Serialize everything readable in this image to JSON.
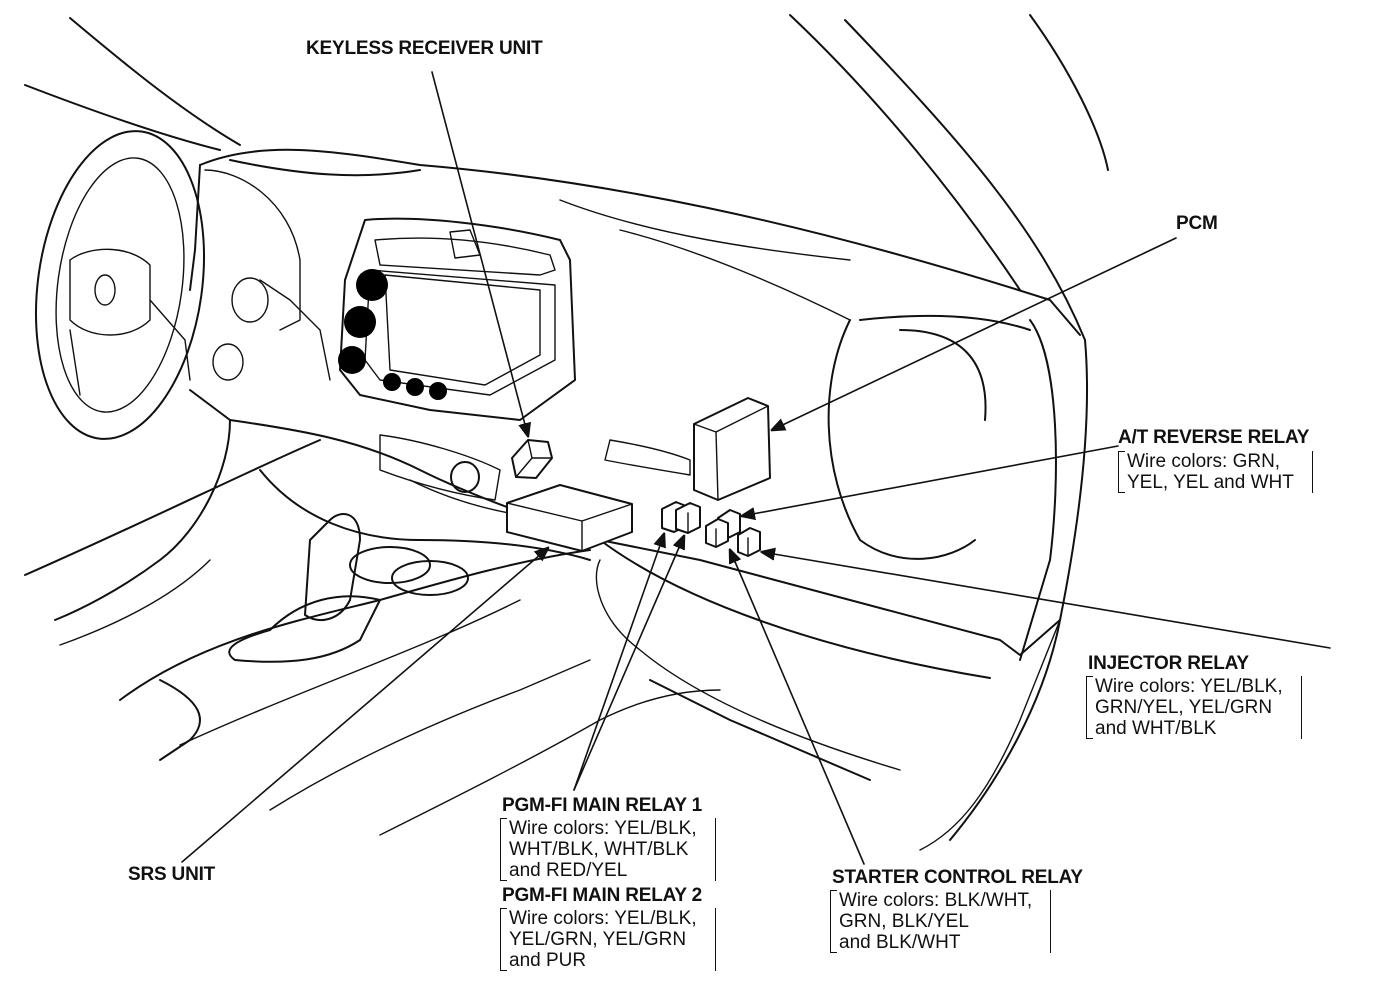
{
  "labels": {
    "keyless_receiver": "KEYLESS RECEIVER UNIT",
    "pcm": "PCM",
    "at_reverse_relay": {
      "title": "A/T REVERSE RELAY",
      "wire_lines": [
        "Wire colors: GRN,",
        "YEL, YEL and WHT"
      ]
    },
    "injector_relay": {
      "title": "INJECTOR RELAY",
      "wire_lines": [
        "Wire colors: YEL/BLK,",
        "GRN/YEL, YEL/GRN",
        "and WHT/BLK"
      ]
    },
    "pgm_fi_main_relay_1": {
      "title": "PGM-FI MAIN RELAY 1",
      "wire_lines": [
        "Wire colors: YEL/BLK,",
        "WHT/BLK, WHT/BLK",
        "and RED/YEL"
      ]
    },
    "pgm_fi_main_relay_2": {
      "title": "PGM-FI MAIN RELAY 2",
      "wire_lines": [
        "Wire colors: YEL/BLK,",
        "YEL/GRN, YEL/GRN",
        "and PUR"
      ]
    },
    "srs_unit": "SRS UNIT",
    "starter_control_relay": {
      "title": "STARTER CONTROL RELAY",
      "wire_lines": [
        "Wire colors: BLK/WHT,",
        "GRN, BLK/YEL",
        "and BLK/WHT"
      ]
    }
  }
}
